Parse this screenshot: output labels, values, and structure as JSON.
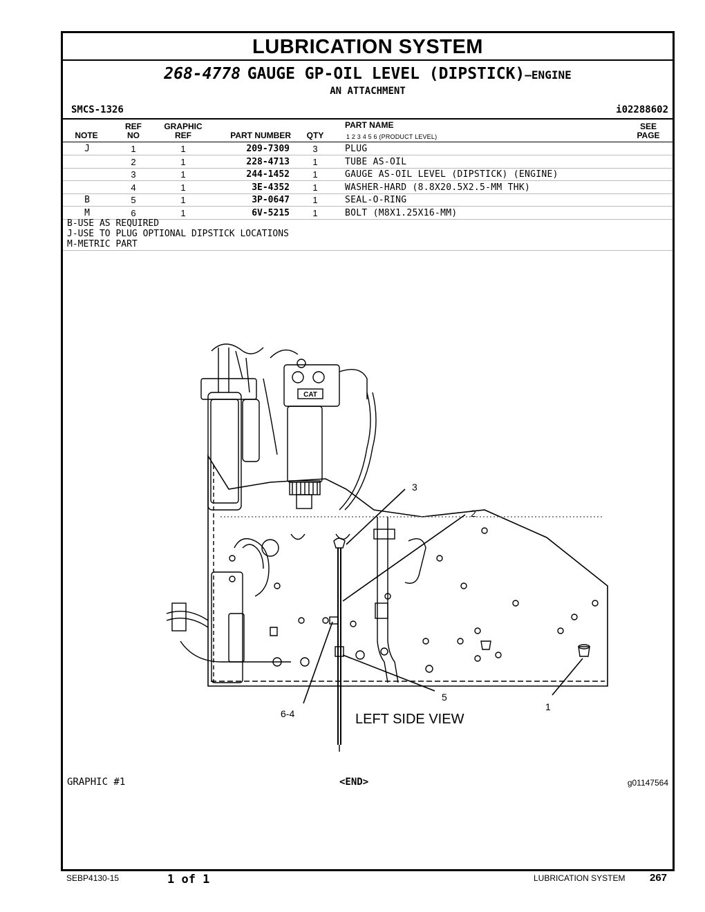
{
  "section_title": "LUBRICATION SYSTEM",
  "group": {
    "part_number": "268-4778",
    "name": "GAUGE GP-OIL LEVEL (DIPSTICK)",
    "dash": "—",
    "suffix": "ENGINE",
    "attachment": "AN ATTACHMENT"
  },
  "smcs": "SMCS-1326",
  "illustration_id": "i02288602",
  "table_headers": {
    "note": "NOTE",
    "ref_top": "REF",
    "ref_bottom": "NO",
    "graphic_top": "GRAPHIC",
    "graphic_bottom": "REF",
    "part_number": "PART NUMBER",
    "qty": "QTY",
    "part_name": "PART NAME",
    "product_levels": "1    2    3    4    5    6    (PRODUCT LEVEL)",
    "see_top": "SEE",
    "see_bottom": "PAGE"
  },
  "rows": [
    {
      "note": "J",
      "ref": "1",
      "graphic": "1",
      "part_number": "209-7309",
      "qty": "3",
      "name": "PLUG"
    },
    {
      "note": "",
      "ref": "2",
      "graphic": "1",
      "part_number": "228-4713",
      "qty": "1",
      "name": "TUBE AS-OIL"
    },
    {
      "note": "",
      "ref": "3",
      "graphic": "1",
      "part_number": "244-1452",
      "qty": "1",
      "name": "GAUGE AS-OIL LEVEL (DIPSTICK) (ENGINE)"
    },
    {
      "note": "",
      "ref": "4",
      "graphic": "1",
      "part_number": "3E-4352",
      "qty": "1",
      "name": "WASHER-HARD (8.8X20.5X2.5-MM THK)"
    },
    {
      "note": "B",
      "ref": "5",
      "graphic": "1",
      "part_number": "3P-0647",
      "qty": "1",
      "name": "SEAL-O-RING"
    },
    {
      "note": "M",
      "ref": "6",
      "graphic": "1",
      "part_number": "6V-5215",
      "qty": "1",
      "name": "BOLT (M8X1.25X16-MM)"
    }
  ],
  "notes": [
    "B-USE AS REQUIRED",
    "J-USE TO PLUG OPTIONAL DIPSTICK LOCATIONS",
    "M-METRIC PART"
  ],
  "illustration": {
    "view_label": "LEFT SIDE VIEW",
    "callouts": [
      "3",
      "2",
      "5",
      "6-4",
      "1"
    ],
    "cat_logo": "CAT"
  },
  "graphic_label": "GRAPHIC #1",
  "end_marker": "<END>",
  "graphic_id": "g01147564",
  "footer": {
    "doc": "SEBP4130-15",
    "page_of": "1 of 1",
    "section": "LUBRICATION SYSTEM",
    "page": "267"
  }
}
